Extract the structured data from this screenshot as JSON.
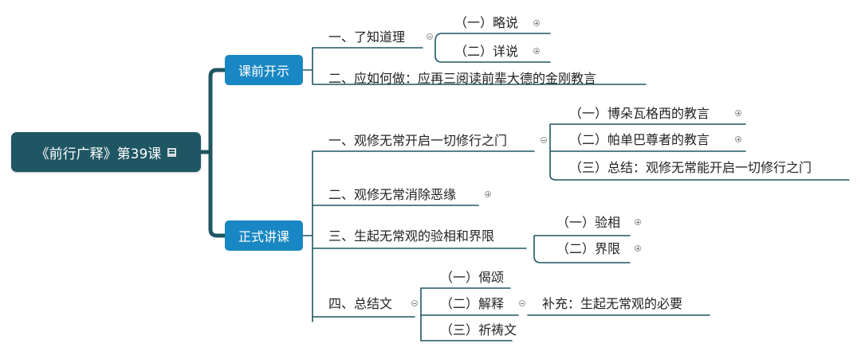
{
  "root": {
    "label": "《前行广释》第39课"
  },
  "sections": {
    "intro": {
      "label": "课前开示",
      "item1": {
        "label": "一、了知道理",
        "sub1": "（一）略说",
        "sub2": "（二）详说"
      },
      "item2": {
        "label": "二、应如何做：应再三阅读前辈大德的金刚教言"
      }
    },
    "main": {
      "label": "正式讲课",
      "item1": {
        "label": "一、观修无常开启一切修行之门",
        "sub1": "（一）博朵瓦格西的教言",
        "sub2": "（二）帕单巴尊者的教言",
        "sub3": "（三）总结：观修无常能开启一切修行之门"
      },
      "item2": {
        "label": "二、观修无常消除恶缘"
      },
      "item3": {
        "label": "三、生起无常观的验相和界限",
        "sub1": "（一）验相",
        "sub2": "（二）界限"
      },
      "item4": {
        "label": "四、总结文",
        "sub1": "（一）偈颂",
        "sub2": "（二）解释",
        "sub2_child": "补充：生起无常观的必要",
        "sub3": "（三）祈祷文"
      }
    }
  },
  "colors": {
    "root_bg": "#1f5663",
    "branch_bg": "#1987c3",
    "connector": "#1f5663"
  }
}
